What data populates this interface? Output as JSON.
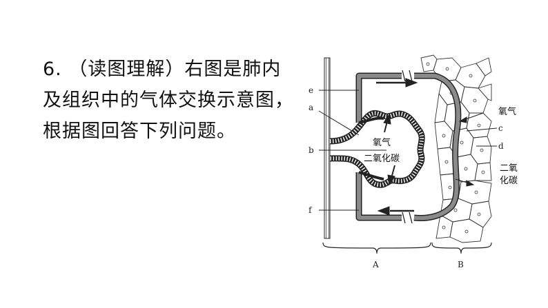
{
  "question": {
    "lines": [
      "6. （读图理解）右图是肺内",
      "及组织中的气体交换示意图，",
      "根据图回答下列问题。"
    ]
  },
  "diagram": {
    "labels": {
      "e": "e",
      "a": "a",
      "b": "b",
      "f": "f",
      "c": "c",
      "d": "d",
      "A": "A",
      "B": "B"
    },
    "inner_oxygen": "氧气",
    "inner_co2": "二氧化碳",
    "right_oxygen": "氧气",
    "right_co2_line1": "二氧",
    "right_co2_line2": "化碳"
  }
}
